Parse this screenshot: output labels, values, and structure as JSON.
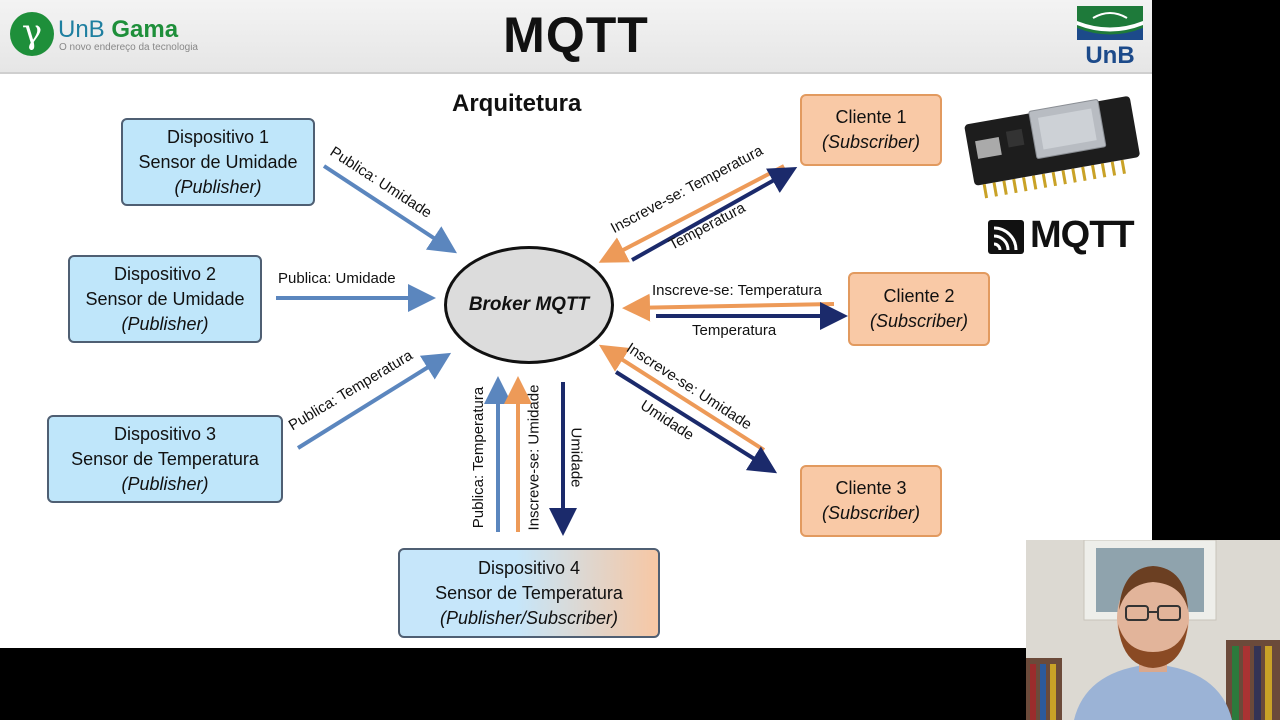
{
  "header": {
    "title": "MQTT",
    "gama_logo": {
      "symbol": "γ",
      "name_part1": "UnB",
      "name_part2": "Gama",
      "tagline": "O novo endereço da tecnologia"
    },
    "unb_logo": {
      "text": "UnB"
    }
  },
  "diagram": {
    "subtitle": "Arquitetura",
    "broker": "Broker MQTT",
    "devices": [
      {
        "line1": "Dispositivo 1",
        "line2": "Sensor de Umidade",
        "role": "(Publisher)"
      },
      {
        "line1": "Dispositivo 2",
        "line2": "Sensor de Umidade",
        "role": "(Publisher)"
      },
      {
        "line1": "Dispositivo 3",
        "line2": "Sensor de Temperatura",
        "role": "(Publisher)"
      },
      {
        "line1": "Dispositivo 4",
        "line2": "Sensor de Temperatura",
        "role": "(Publisher/Subscriber)"
      }
    ],
    "clients": [
      {
        "line1": "Cliente 1",
        "role": "(Subscriber)"
      },
      {
        "line1": "Cliente 2",
        "role": "(Subscriber)"
      },
      {
        "line1": "Cliente 3",
        "role": "(Subscriber)"
      }
    ],
    "labels": {
      "d1": "Publica: Umidade",
      "d2": "Publica: Umidade",
      "d3": "Publica: Temperatura",
      "d4_pub": "Publica: Temperatura",
      "d4_sub": "Inscreve-se: Umidade",
      "d4_recv": "Umidade",
      "c1_sub": "Inscreve-se: Temperatura",
      "c1_recv": "Temperatura",
      "c2_sub": "Inscreve-se: Temperatura",
      "c2_recv": "Temperatura",
      "c3_sub": "Inscreve-se: Umidade",
      "c3_recv": "Umidade"
    },
    "colors": {
      "publish": "#5b86be",
      "subscribe": "#ed9a58",
      "deliver": "#1b2a6b"
    }
  },
  "side": {
    "mqtt_logo_text": "MQTT",
    "board_icon": "esp32-board-icon"
  },
  "presenter": {
    "icon": "presenter-webcam"
  }
}
